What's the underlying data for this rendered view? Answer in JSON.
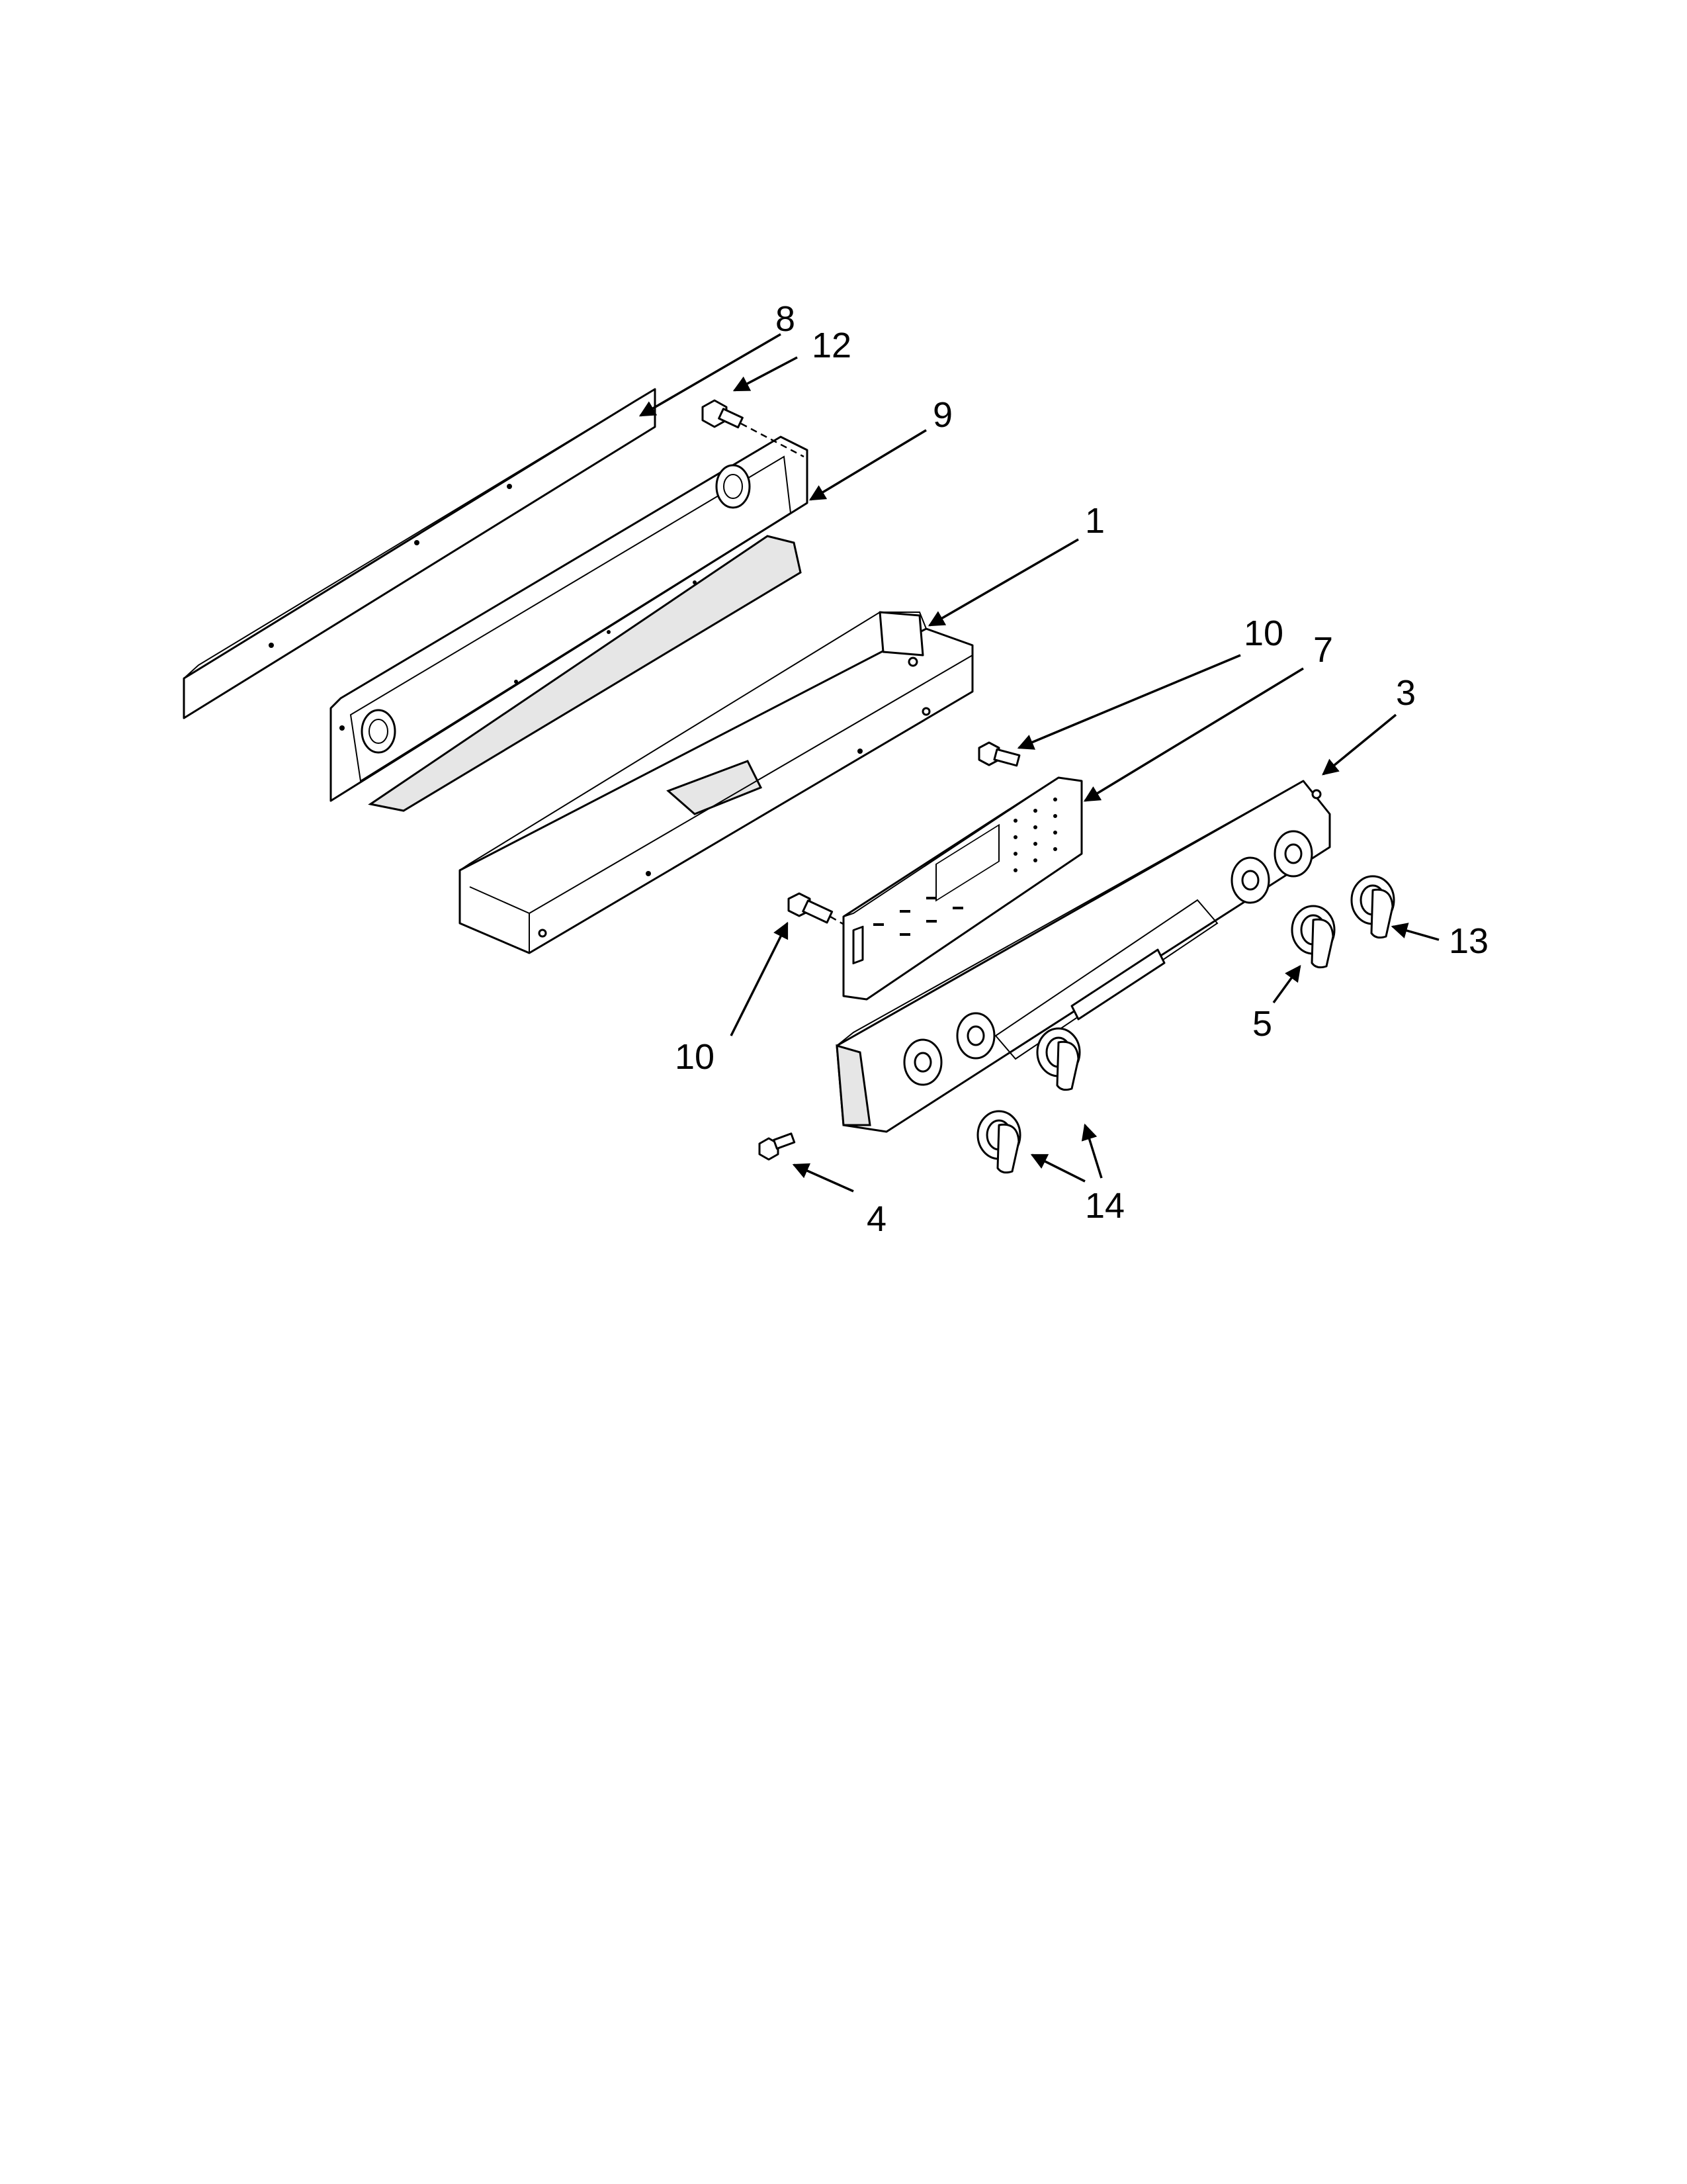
{
  "diagram": {
    "callouts": [
      {
        "id": "c8",
        "label": "8"
      },
      {
        "id": "c12",
        "label": "12"
      },
      {
        "id": "c9",
        "label": "9"
      },
      {
        "id": "c1",
        "label": "1"
      },
      {
        "id": "c10a",
        "label": "10"
      },
      {
        "id": "c7",
        "label": "7"
      },
      {
        "id": "c3",
        "label": "3"
      },
      {
        "id": "c13",
        "label": "13"
      },
      {
        "id": "c5",
        "label": "5"
      },
      {
        "id": "c10b",
        "label": "10"
      },
      {
        "id": "c4",
        "label": "4"
      },
      {
        "id": "c14",
        "label": "14"
      }
    ]
  }
}
